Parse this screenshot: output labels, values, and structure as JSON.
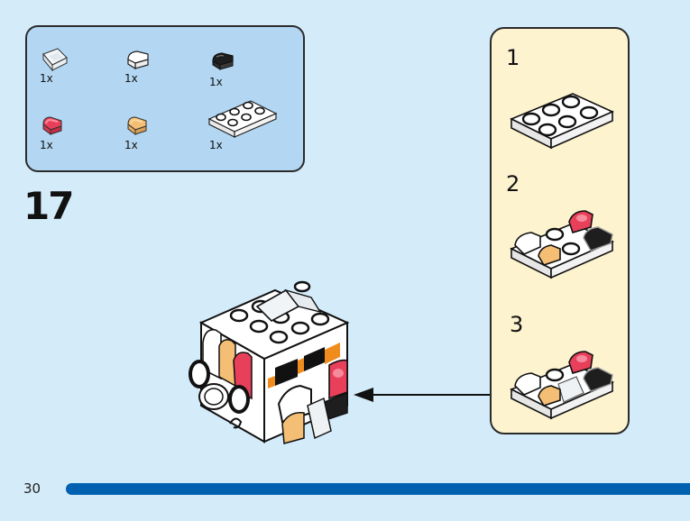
{
  "parts_list": {
    "items": [
      {
        "name": "transparent-slope-1x1",
        "quantity": "1x",
        "color": "#e8eef2"
      },
      {
        "name": "white-round-tile-1x1-quarter",
        "quantity": "1x",
        "color": "#ffffff"
      },
      {
        "name": "black-round-tile-1x1-quarter",
        "quantity": "1x",
        "color": "#1e1e1e"
      },
      {
        "name": "trans-red-round-tile-1x1-quarter",
        "quantity": "1x",
        "color": "#e8405a"
      },
      {
        "name": "trans-orange-round-tile-1x1-quarter",
        "quantity": "1x",
        "color": "#f0b060"
      },
      {
        "name": "white-plate-2x3",
        "quantity": "1x",
        "color": "#ffffff"
      }
    ]
  },
  "step": {
    "number": "17"
  },
  "substeps": [
    {
      "number": "1"
    },
    {
      "number": "2"
    },
    {
      "number": "3"
    }
  ],
  "page": {
    "number": "30"
  },
  "colors": {
    "background": "#d4ebfa",
    "parts_box": "#b3d7f2",
    "substep_box": "#fdf3cf",
    "page_bar": "#0061b0",
    "accent_orange": "#f08c1e"
  }
}
